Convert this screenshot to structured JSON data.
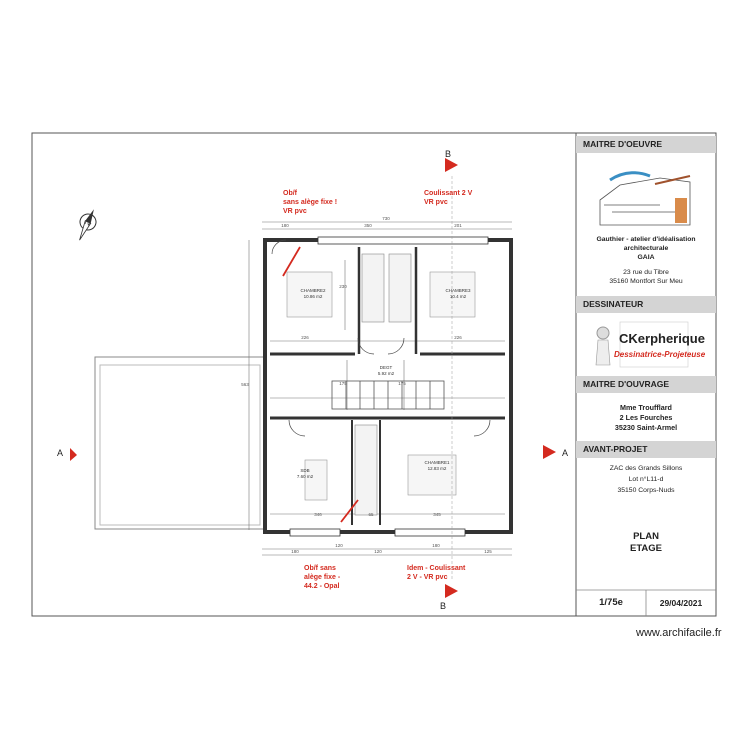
{
  "annotations": {
    "top_left": [
      "Ob/f",
      "sans alège fixe !",
      "VR pvc"
    ],
    "top_mid": [
      "Coulissant 2 V",
      "VR pvc"
    ],
    "bottom_left": [
      "Ob/f sans",
      "alège fixe -",
      "44.2 - Opal"
    ],
    "bottom_mid": [
      "Idem - Coulissant",
      "2 V - VR pvc"
    ]
  },
  "section_marks": {
    "top": "B",
    "bottom": "B",
    "left": "A",
    "right": "A"
  },
  "rooms": {
    "chambre2": {
      "name": "CHAMBRE2",
      "area": "10.86 m2"
    },
    "chambre3": {
      "name": "CHAMBRE3",
      "area": "10.4 m2"
    },
    "degt": {
      "name": "DEGT",
      "area": "5.92 m2"
    },
    "sdb": {
      "name": "SDB",
      "area": "7.60 m2"
    },
    "chambre1": {
      "name": "CHAMBRE1",
      "area": "12.83 m2"
    }
  },
  "dimensions": {
    "top_total": "730",
    "top_segments": [
      "180",
      "350",
      "201"
    ],
    "left": "563",
    "mid_h": [
      "226",
      "226"
    ],
    "mid_v": [
      "175",
      "175",
      "230"
    ],
    "bottom_inner": [
      "346",
      "65",
      "345"
    ],
    "bottom_segments": [
      "180",
      "120",
      "120",
      "180",
      "125"
    ]
  },
  "cartouche": {
    "moe_header": "MAITRE D'OEUVRE",
    "moe_lines": [
      "Gauthier - atelier d'idéalisation",
      "architecturale",
      "GAIA"
    ],
    "moe_address": [
      "23 rue du Tibre",
      "35160 Montfort Sur Meu"
    ],
    "dessinateur_header": "DESSINATEUR",
    "logo_line1": "CKerpherique",
    "logo_line2": "Dessinatrice-Projeteuse",
    "mo_header": "MAITRE D'OUVRAGE",
    "mo_lines": [
      "Mme Troufflard",
      "2 Les Fourches",
      "35230 Saint-Armel"
    ],
    "ap_header": "AVANT-PROJET",
    "ap_lines": [
      "ZAC des Grands Sillons",
      "Lot n°L11-d",
      "35150 Corps-Nuds"
    ],
    "plan_title": [
      "PLAN",
      "ETAGE"
    ],
    "scale": "1/75e",
    "date": "29/04/2021"
  },
  "website": "www.archifacile.fr",
  "colors": {
    "accent_red": "#d42a1f",
    "header_gray": "#d4d4d4",
    "wall": "#333333"
  }
}
